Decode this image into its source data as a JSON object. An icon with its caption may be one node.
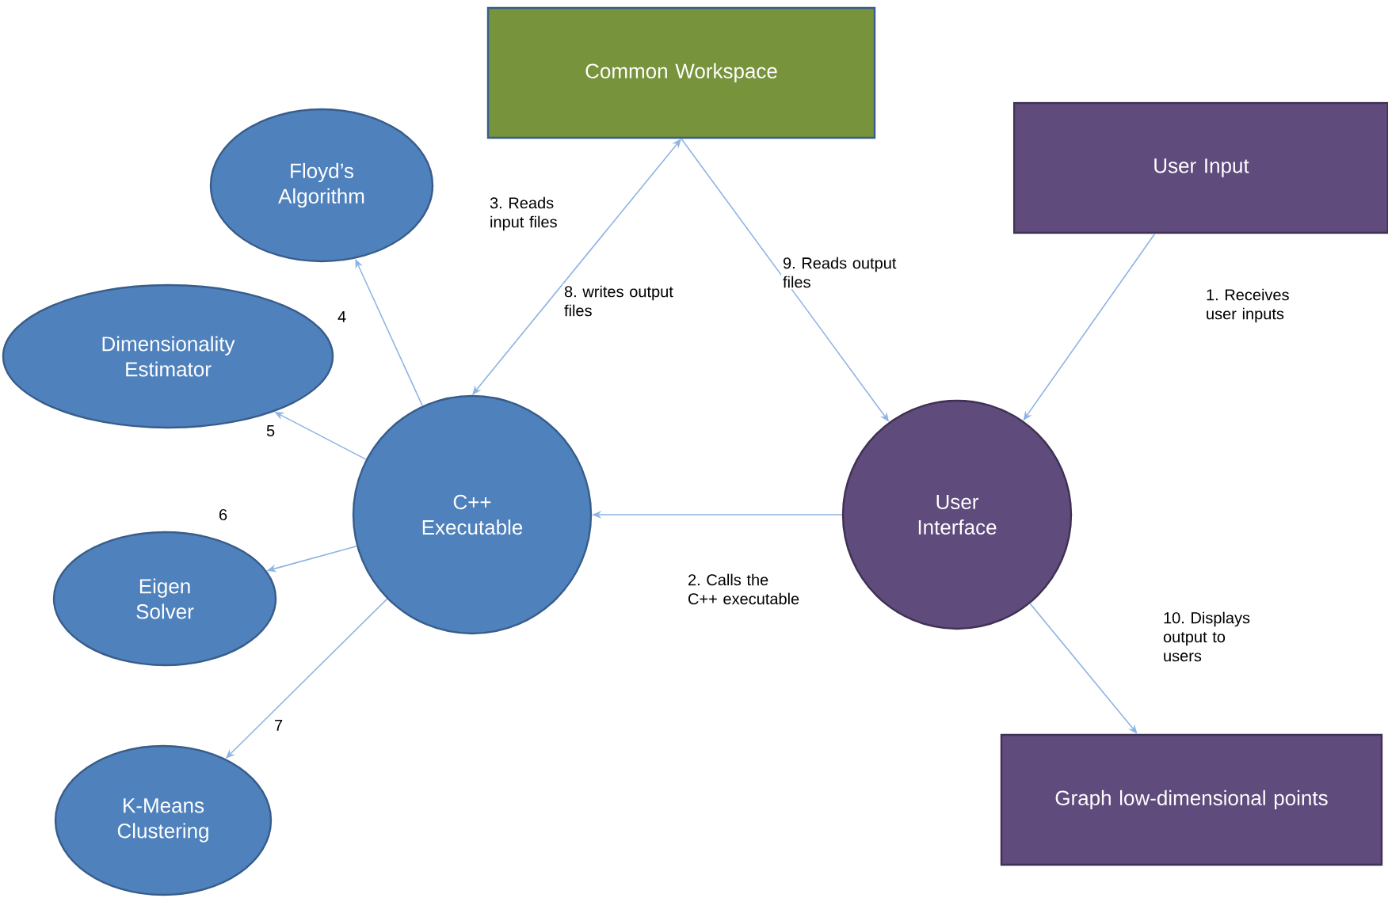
{
  "diagram": {
    "nodes": [
      {
        "text": [
          "Common Workspace"
        ]
      },
      {
        "text": [
          "Floyd’s Algorithm"
        ]
      },
      {
        "text": [
          "User Input"
        ]
      },
      {
        "text": [
          "Dimensionality Estimator"
        ]
      },
      {
        "text": [
          "C++ Executable"
        ]
      },
      {
        "text": [
          "User Interface"
        ]
      },
      {
        "text": [
          "Eigen Solver"
        ]
      },
      {
        "text": [
          "K-Means Clustering"
        ]
      },
      {
        "text": [
          "Graph low-dimensional points"
        ]
      }
    ],
    "edges": [
      {
        "from": 2,
        "to": 5,
        "arrow": "to",
        "label": "1. Receives user inputs"
      },
      {
        "from": 5,
        "to": 4,
        "arrow": "to",
        "label": "2. Calls the C++ executable"
      },
      {
        "from": 4,
        "to": 0,
        "arrow": "both",
        "label": "3. Reads input files"
      },
      {
        "from": 4,
        "to": 1,
        "arrow": "to",
        "label": "4"
      },
      {
        "from": 4,
        "to": 3,
        "arrow": "to",
        "label": "5"
      },
      {
        "from": 4,
        "to": 6,
        "arrow": "to",
        "label": "6"
      },
      {
        "from": 4,
        "to": 7,
        "arrow": "to",
        "label": "7"
      },
      {
        "from": 0,
        "to": 5,
        "arrow": "to",
        "label": "9. Reads output files"
      },
      {
        "from": 5,
        "to": 8,
        "arrow": "to",
        "label": "10. Displays output to users"
      }
    ],
    "labels": [
      "8. writes output files"
    ]
  }
}
